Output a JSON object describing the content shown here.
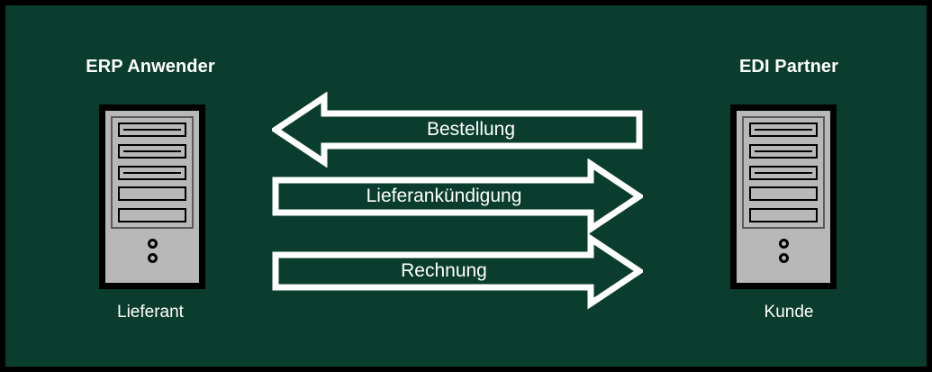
{
  "diagram": {
    "background_color": "#0a3d2e",
    "border_color": "#000000",
    "accent_color": "#ffffff",
    "device_color": "#b8b8b8"
  },
  "left_column": {
    "title": "ERP Anwender",
    "footer": "Lieferant",
    "icon": "server-tower-icon"
  },
  "right_column": {
    "title": "EDI Partner",
    "footer": "Kunde",
    "icon": "server-tower-icon"
  },
  "flows": [
    {
      "label": "Bestellung",
      "direction": "left"
    },
    {
      "label": "Lieferankündigung",
      "direction": "right"
    },
    {
      "label": "Rechnung",
      "direction": "right"
    }
  ],
  "tower": {
    "bays": [
      {
        "lined": true
      },
      {
        "lined": true
      },
      {
        "lined": true
      },
      {
        "lined": false
      },
      {
        "lined": false
      }
    ],
    "dots": 2
  }
}
